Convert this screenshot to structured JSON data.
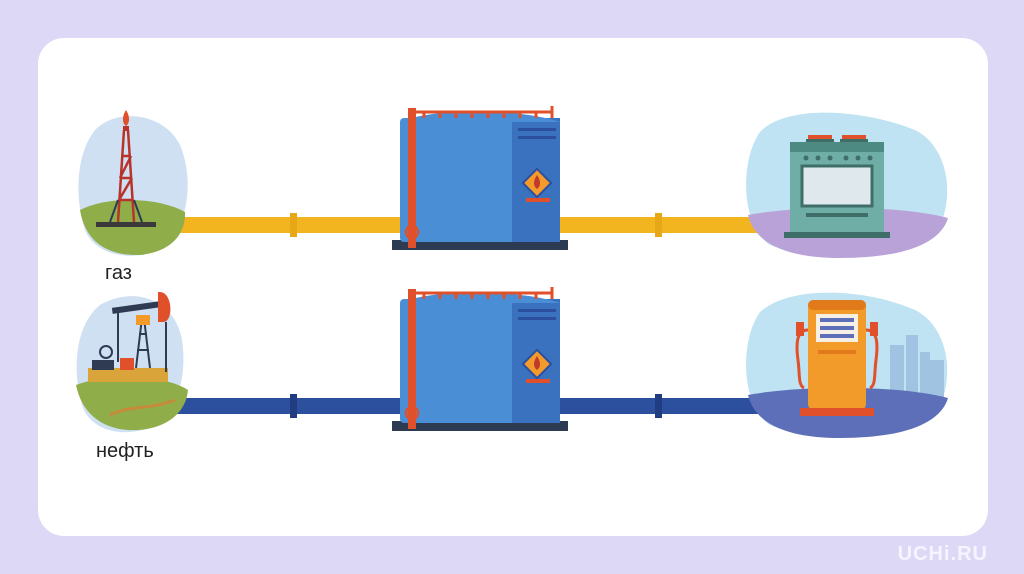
{
  "labels": {
    "gas": "газ",
    "oil": "нефть"
  },
  "brand": "UCHi.RU",
  "icons": {
    "gas_source": "gas-derrick-icon",
    "oil_source": "oil-pumpjack-icon",
    "storage": "storage-tank-icon",
    "hazard": "flammable-hazard-icon",
    "gas_consumer": "gas-stove-icon",
    "oil_consumer": "fuel-pump-icon"
  },
  "colors": {
    "background": "#dcd8f6",
    "card": "#ffffff",
    "gas_pipe": "#f2b51f",
    "oil_pipe": "#2c4f9e",
    "tank": "#4a8fd6",
    "tank_dark": "#3a72c0",
    "frame": "#e0502a"
  }
}
